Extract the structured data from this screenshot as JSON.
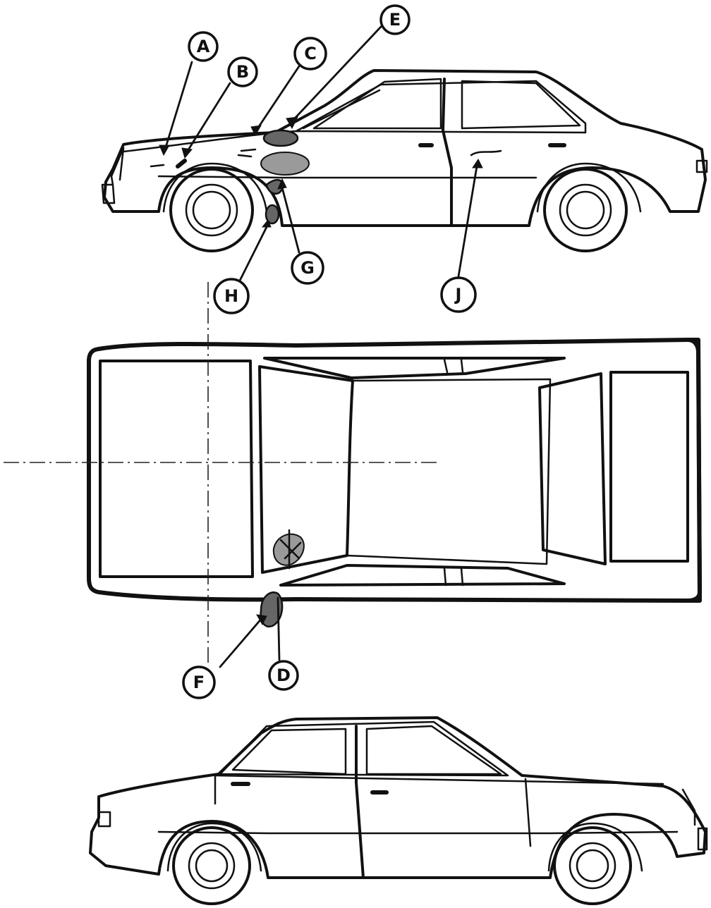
{
  "callouts": {
    "A": "A",
    "B": "B",
    "C": "C",
    "E": "E",
    "G": "G",
    "H": "H",
    "J": "J",
    "F": "F",
    "D": "D"
  }
}
